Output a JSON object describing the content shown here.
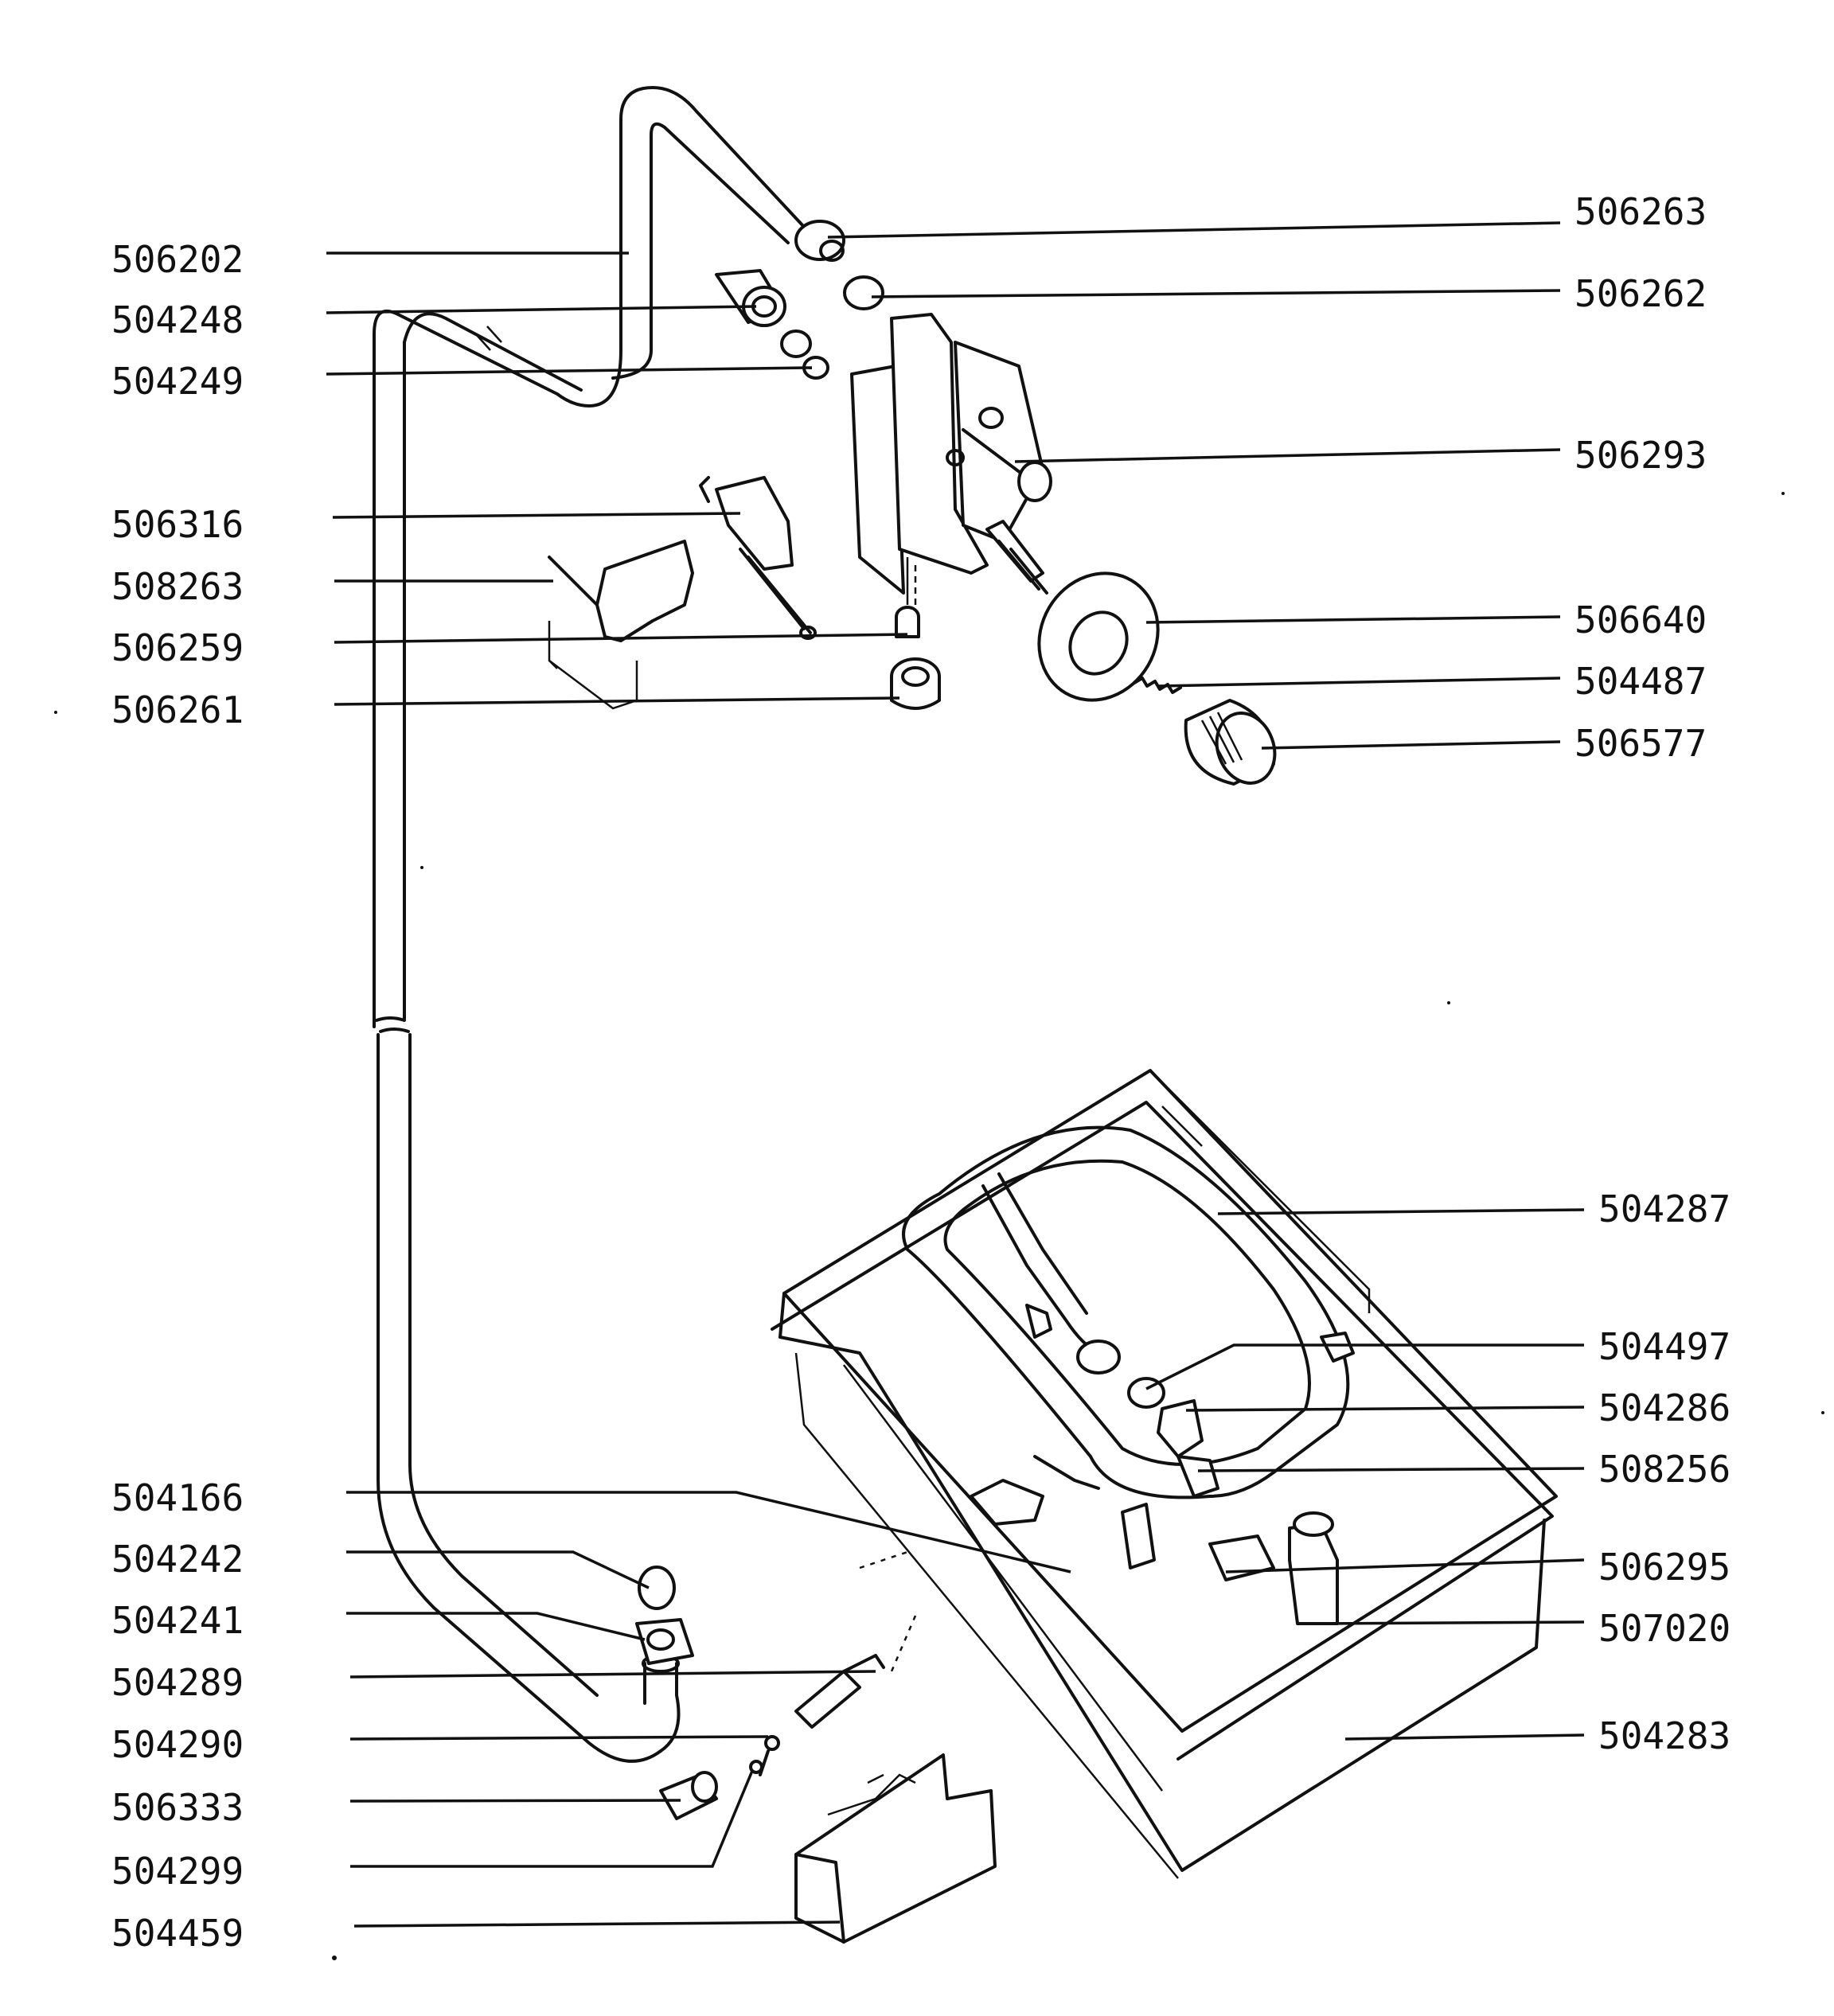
{
  "diagram": {
    "left_labels": [
      "506202",
      "504248",
      "504249",
      "506316",
      "508263",
      "506259",
      "506261",
      "504166",
      "504242",
      "504241",
      "504289",
      "504290",
      "506333",
      "504299",
      "504459"
    ],
    "right_labels": [
      "506263",
      "506262",
      "506293",
      "506640",
      "504487",
      "506577",
      "504287",
      "504497",
      "504286",
      "508256",
      "506295",
      "507020",
      "504283"
    ]
  }
}
